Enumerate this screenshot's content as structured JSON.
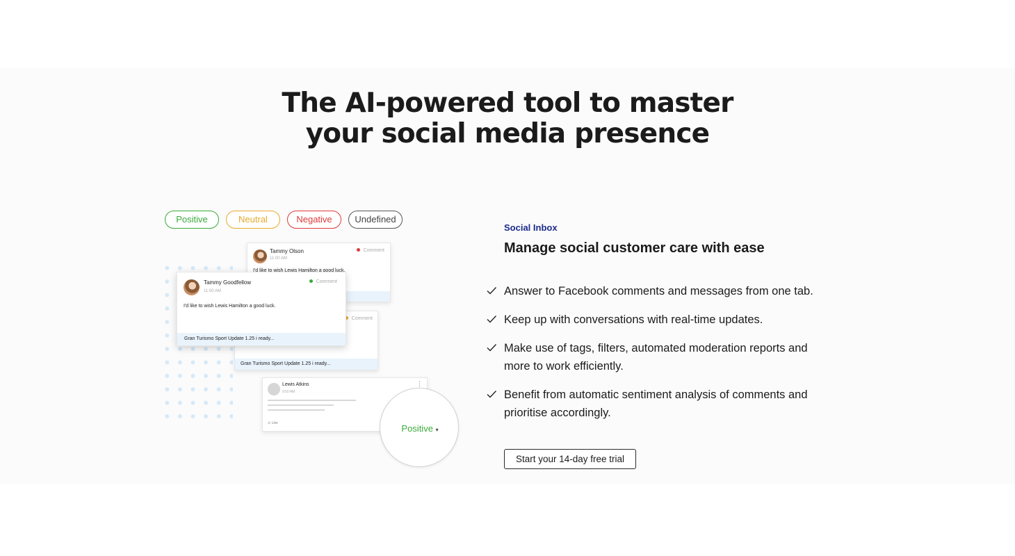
{
  "hero": {
    "headline_line1": "The AI-powered tool to master",
    "headline_line2": "your social media presence"
  },
  "sentiments": {
    "positive": "Positive",
    "neutral": "Neutral",
    "negative": "Negative",
    "undefined": "Undefined",
    "colors": {
      "positive": "#3aaa3a",
      "neutral": "#e8a92c",
      "negative": "#e03a3a",
      "undefined": "#555555"
    }
  },
  "illustration": {
    "card_back": {
      "name": "Tammy Olson",
      "time": "11:00 AM",
      "type": "Comment",
      "body": "I'd like to wish Lewis Hamilton a good luck."
    },
    "card_front": {
      "name": "Tammy Goodfellow",
      "time": "11:00 AM",
      "type": "Comment",
      "body": "I'd like to wish Lewis Hamilton a good luck.",
      "footer": "Gran Turismo Sport Update 1.25 i ready..."
    },
    "card_middle": {
      "type": "Comment",
      "footer": "Gran Turismo Sport Update 1.25 i ready..."
    },
    "card_bottom": {
      "name": "Lewis Atkins",
      "time": "9:50 AM",
      "action": "Like"
    },
    "bubble": {
      "label": "Positive",
      "caret": "▾"
    }
  },
  "feature": {
    "eyebrow": "Social Inbox",
    "title": "Manage social customer care with ease",
    "items": [
      "Answer to Facebook comments and messages from one tab.",
      "Keep up with conversations with real-time updates.",
      "Make use of tags, filters, automated moderation reports and more to work efficiently.",
      "Benefit from automatic sentiment analysis of comments and prioritise accordingly."
    ],
    "cta": "Start your 14-day free trial"
  }
}
